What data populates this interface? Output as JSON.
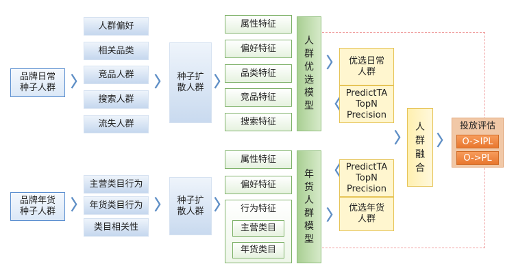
{
  "brand_daily_seed": "品牌日常\n种子人群",
  "brand_newyear_seed": "品牌年货\n种子人群",
  "top_sources": [
    "人群偏好",
    "相关品类",
    "竞品人群",
    "搜索人群",
    "流失人群"
  ],
  "bottom_sources": [
    "主营类目行为",
    "年货类目行为",
    "类目相关性"
  ],
  "seed_expand": "种子扩\n散人群",
  "top_features": [
    "属性特征",
    "偏好特征",
    "品类特征",
    "竞品特征",
    "搜索特征"
  ],
  "bottom_features": [
    "属性特征",
    "偏好特征"
  ],
  "behavior_feature": {
    "label": "行为特征",
    "items": [
      "主营类目",
      "年货类目"
    ]
  },
  "top_model": [
    "人",
    "群",
    "优",
    "选",
    "模",
    "型"
  ],
  "bottom_model": [
    "年",
    "货",
    "人",
    "群",
    "模",
    "型"
  ],
  "top_results": [
    "优选日常\n人群",
    "PredictTA\nTopN\nPrecision"
  ],
  "bottom_results": [
    "PredictTA\nTopN\nPrecision",
    "优选年货\n人群"
  ],
  "fusion": [
    "人",
    "群",
    "融",
    "合"
  ],
  "evaluation": {
    "title": "投放评估",
    "items": [
      "O->IPL",
      "O->PL"
    ]
  },
  "colors": {
    "blue_border": "#5b8fd0",
    "green_border": "#7fb26a",
    "yellow_border": "#e6c458",
    "orange": "#e8772e",
    "dashed_line": "#f0a0a0"
  }
}
